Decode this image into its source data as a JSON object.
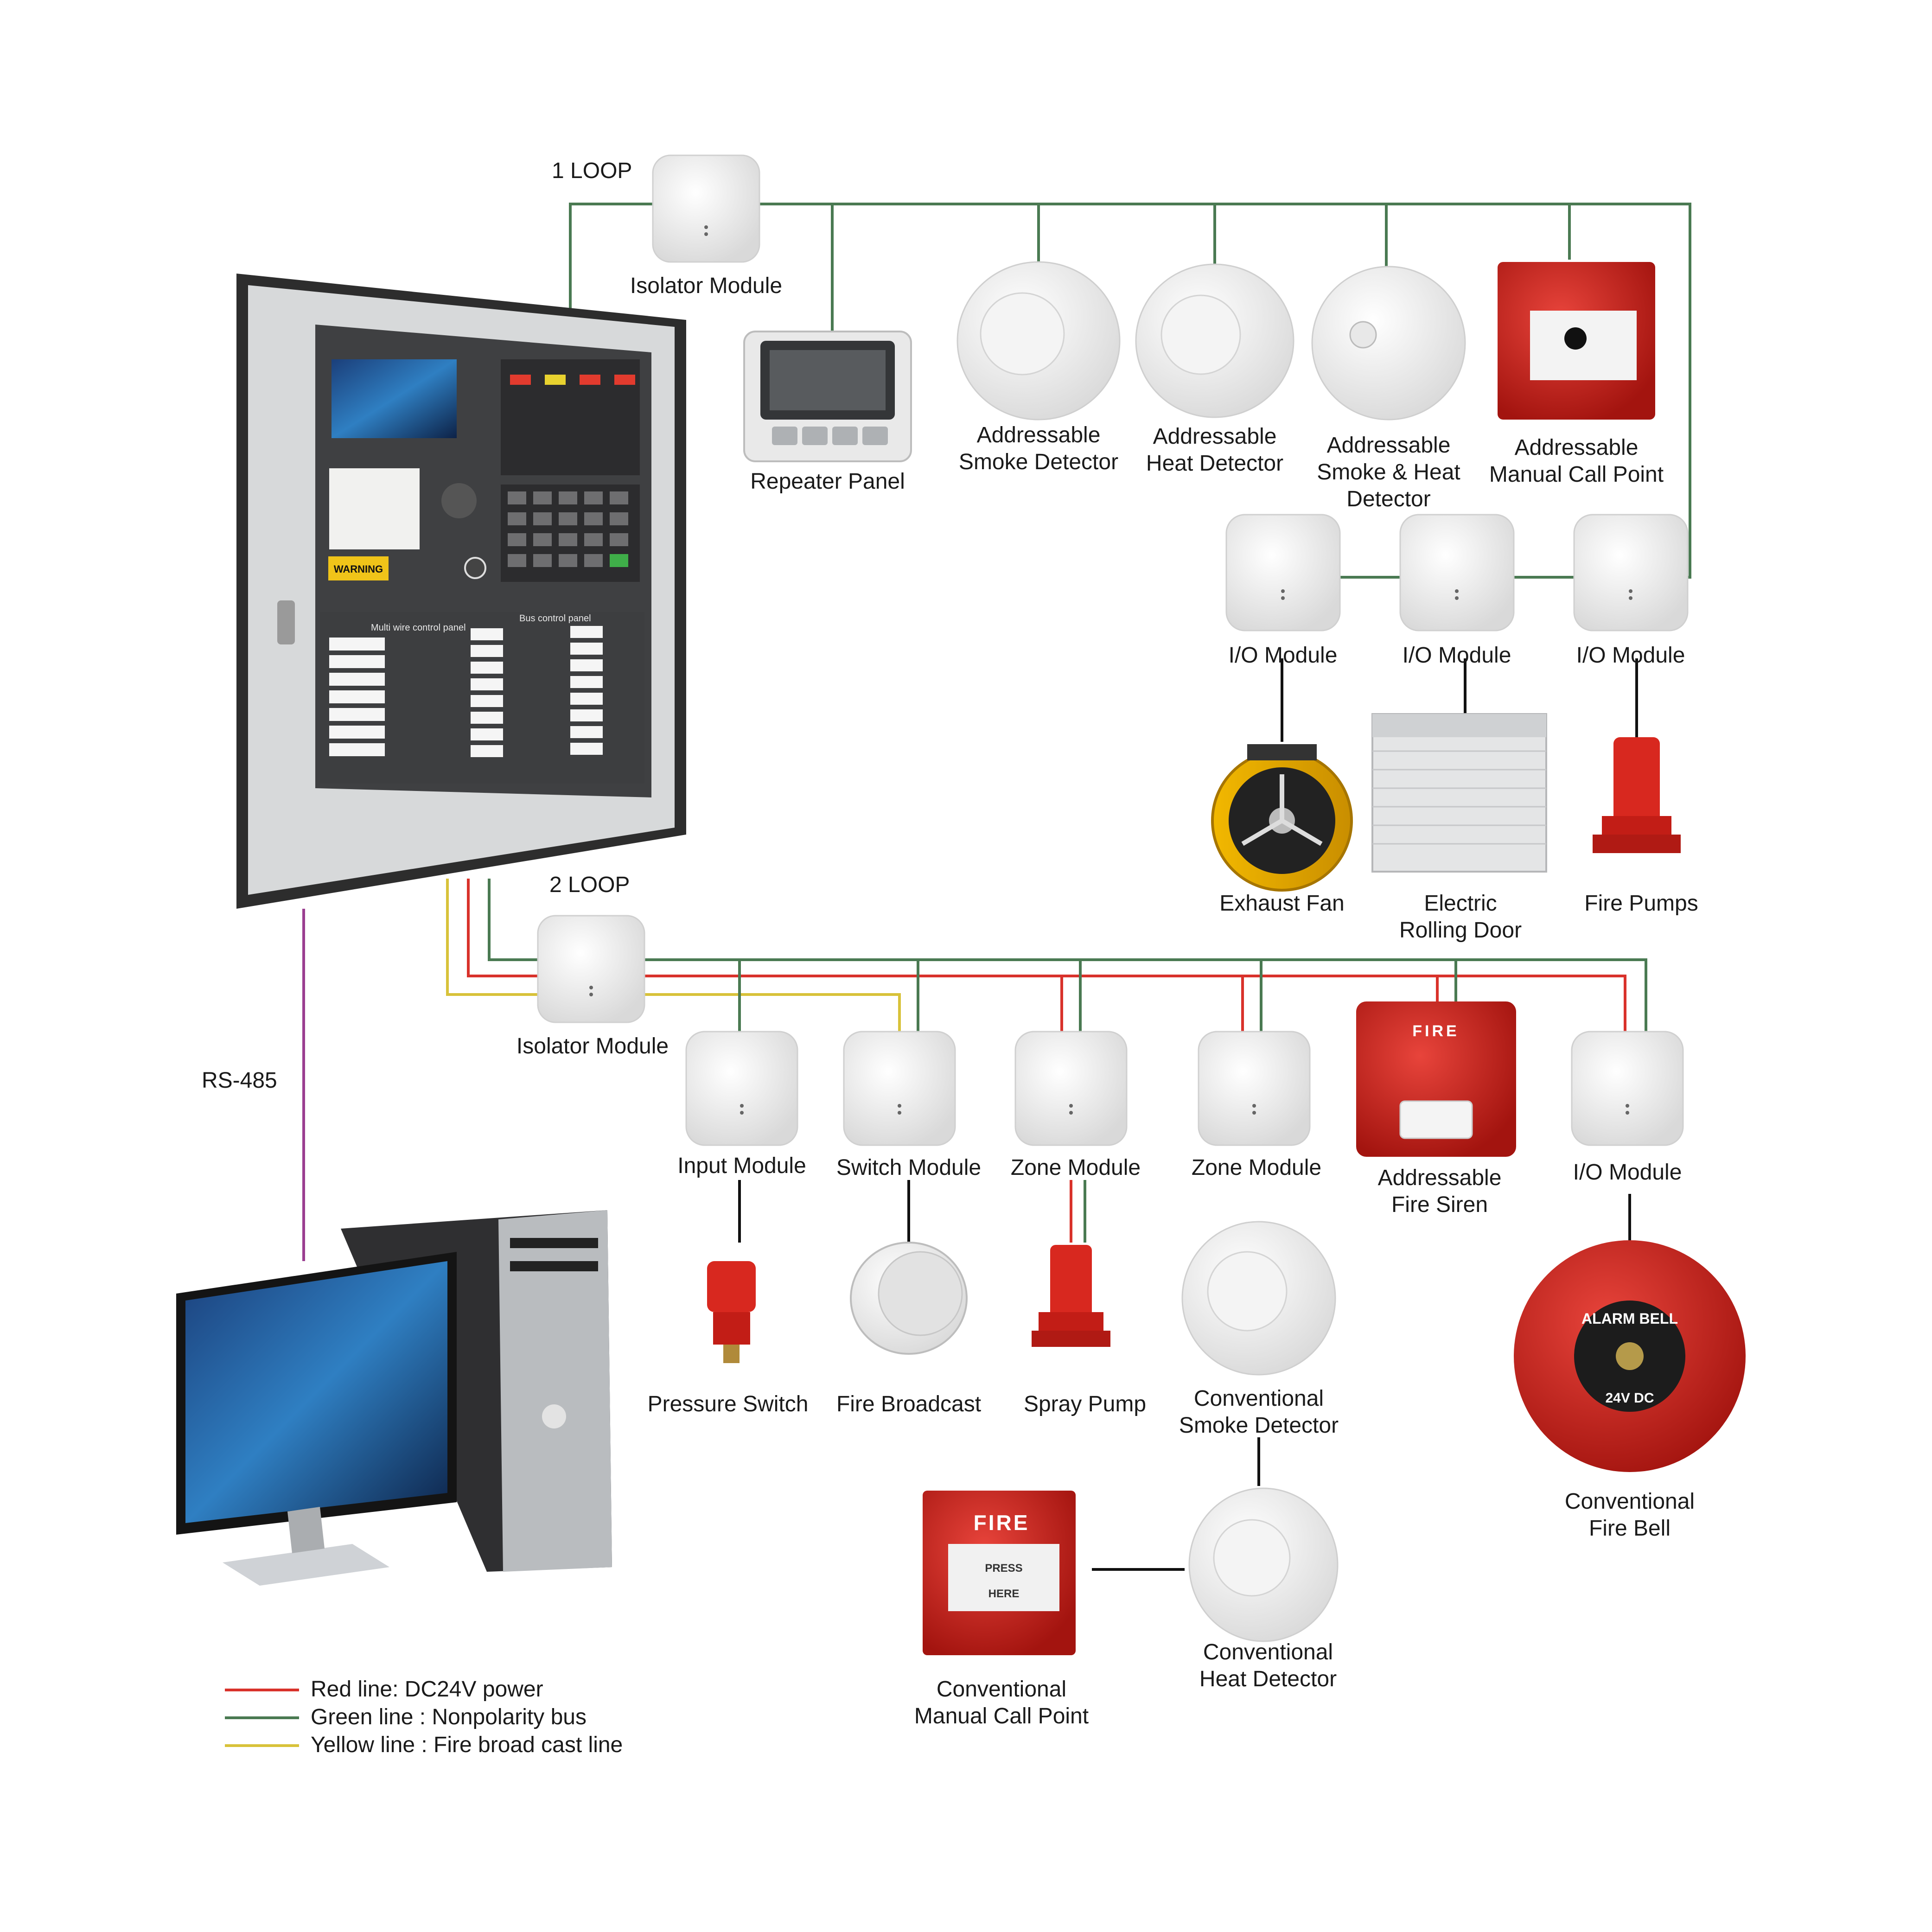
{
  "loops": {
    "loop1": "1 LOOP",
    "loop2": "2 LOOP",
    "rs485": "RS-485"
  },
  "colors": {
    "red": "#d9322b",
    "green": "#4a7a52",
    "yellow": "#d8c23a",
    "purple": "#9b3f91",
    "black": "#111111"
  },
  "devices": {
    "isolator1": "Isolator Module",
    "repeater": "Repeater Panel",
    "smoke": "Addressable\nSmoke Detector",
    "heat": "Addressable\nHeat Detector",
    "smoke_heat": "Addressable\nSmoke & Heat\nDetector",
    "mcp": "Addressable\nManual Call Point",
    "io1": "I/O Module",
    "io2": "I/O Module",
    "io3": "I/O Module",
    "fan": "Exhaust Fan",
    "door": "Electric\nRolling Door",
    "pumps": "Fire Pumps",
    "isolator2": "Isolator Module",
    "input_module": "Input  Module",
    "switch_module": "Switch  Module",
    "zone1": "Zone Module",
    "zone2": "Zone Module",
    "siren": "Addressable\nFire Siren",
    "io4": "I/O Module",
    "pressure": "Pressure Switch",
    "broadcast": "Fire Broadcast",
    "spray": "Spray Pump",
    "conv_smoke": "Conventional\nSmoke Detector",
    "bell": "Conventional\nFire Bell",
    "conv_mcp": "Conventional\nManual Call Point",
    "conv_heat": "Conventional\nHeat Detector"
  },
  "device_text": {
    "fire": "FIRE",
    "press_here": "PRESS\nHERE",
    "alarm_bell": "ALARM BELL",
    "bell_voltage": "24V DC",
    "warning": "WARNING",
    "multi_wire": "Multi wire control panel",
    "bus_control": "Bus control panel"
  },
  "legend": {
    "red": "Red line: DC24V power",
    "green": "Green line : Nonpolarity bus",
    "yellow": "Yellow line : Fire broad cast line"
  }
}
